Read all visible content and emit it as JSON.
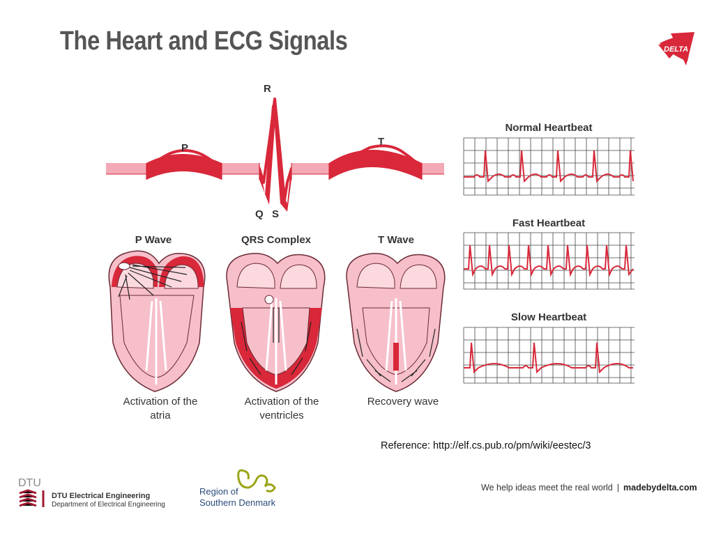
{
  "title": "The Heart and ECG Signals",
  "brand": {
    "delta_logo_text": "DELTA",
    "accent": "#d8283a"
  },
  "ecg_trace": {
    "wave_labels": {
      "p": "P",
      "q": "Q",
      "r": "R",
      "s": "S",
      "t": "T"
    }
  },
  "phases": [
    {
      "heading": "P Wave",
      "caption_line1": "Activation of the",
      "caption_line2": "atria"
    },
    {
      "heading": "QRS Complex",
      "caption_line1": "Activation of the",
      "caption_line2": "ventricles"
    },
    {
      "heading": "T Wave",
      "caption_line1": "Recovery wave",
      "caption_line2": ""
    }
  ],
  "rhythm_strips": [
    {
      "heading": "Normal Heartbeat"
    },
    {
      "heading": "Fast Heartbeat"
    },
    {
      "heading": "Slow Heartbeat"
    }
  ],
  "reference": "Reference: http://elf.cs.pub.ro/pm/wiki/eestec/3",
  "footer": {
    "dtu_logo_text": "DTU",
    "dtu_line1": "DTU Electrical Engineering",
    "dtu_line2": "Department of Electrical Engineering",
    "region_line1": "Region of",
    "region_line2": "Southern Denmark",
    "tagline": "We help ideas meet the real world",
    "tagline_separator": "|",
    "site": "madebydelta.com"
  },
  "colors": {
    "ecg_red": "#d8283a",
    "ecg_pink": "#f4a9b6",
    "heart_pink": "#f6bfca",
    "heart_light": "#fbd9df",
    "grid": "#444444"
  }
}
